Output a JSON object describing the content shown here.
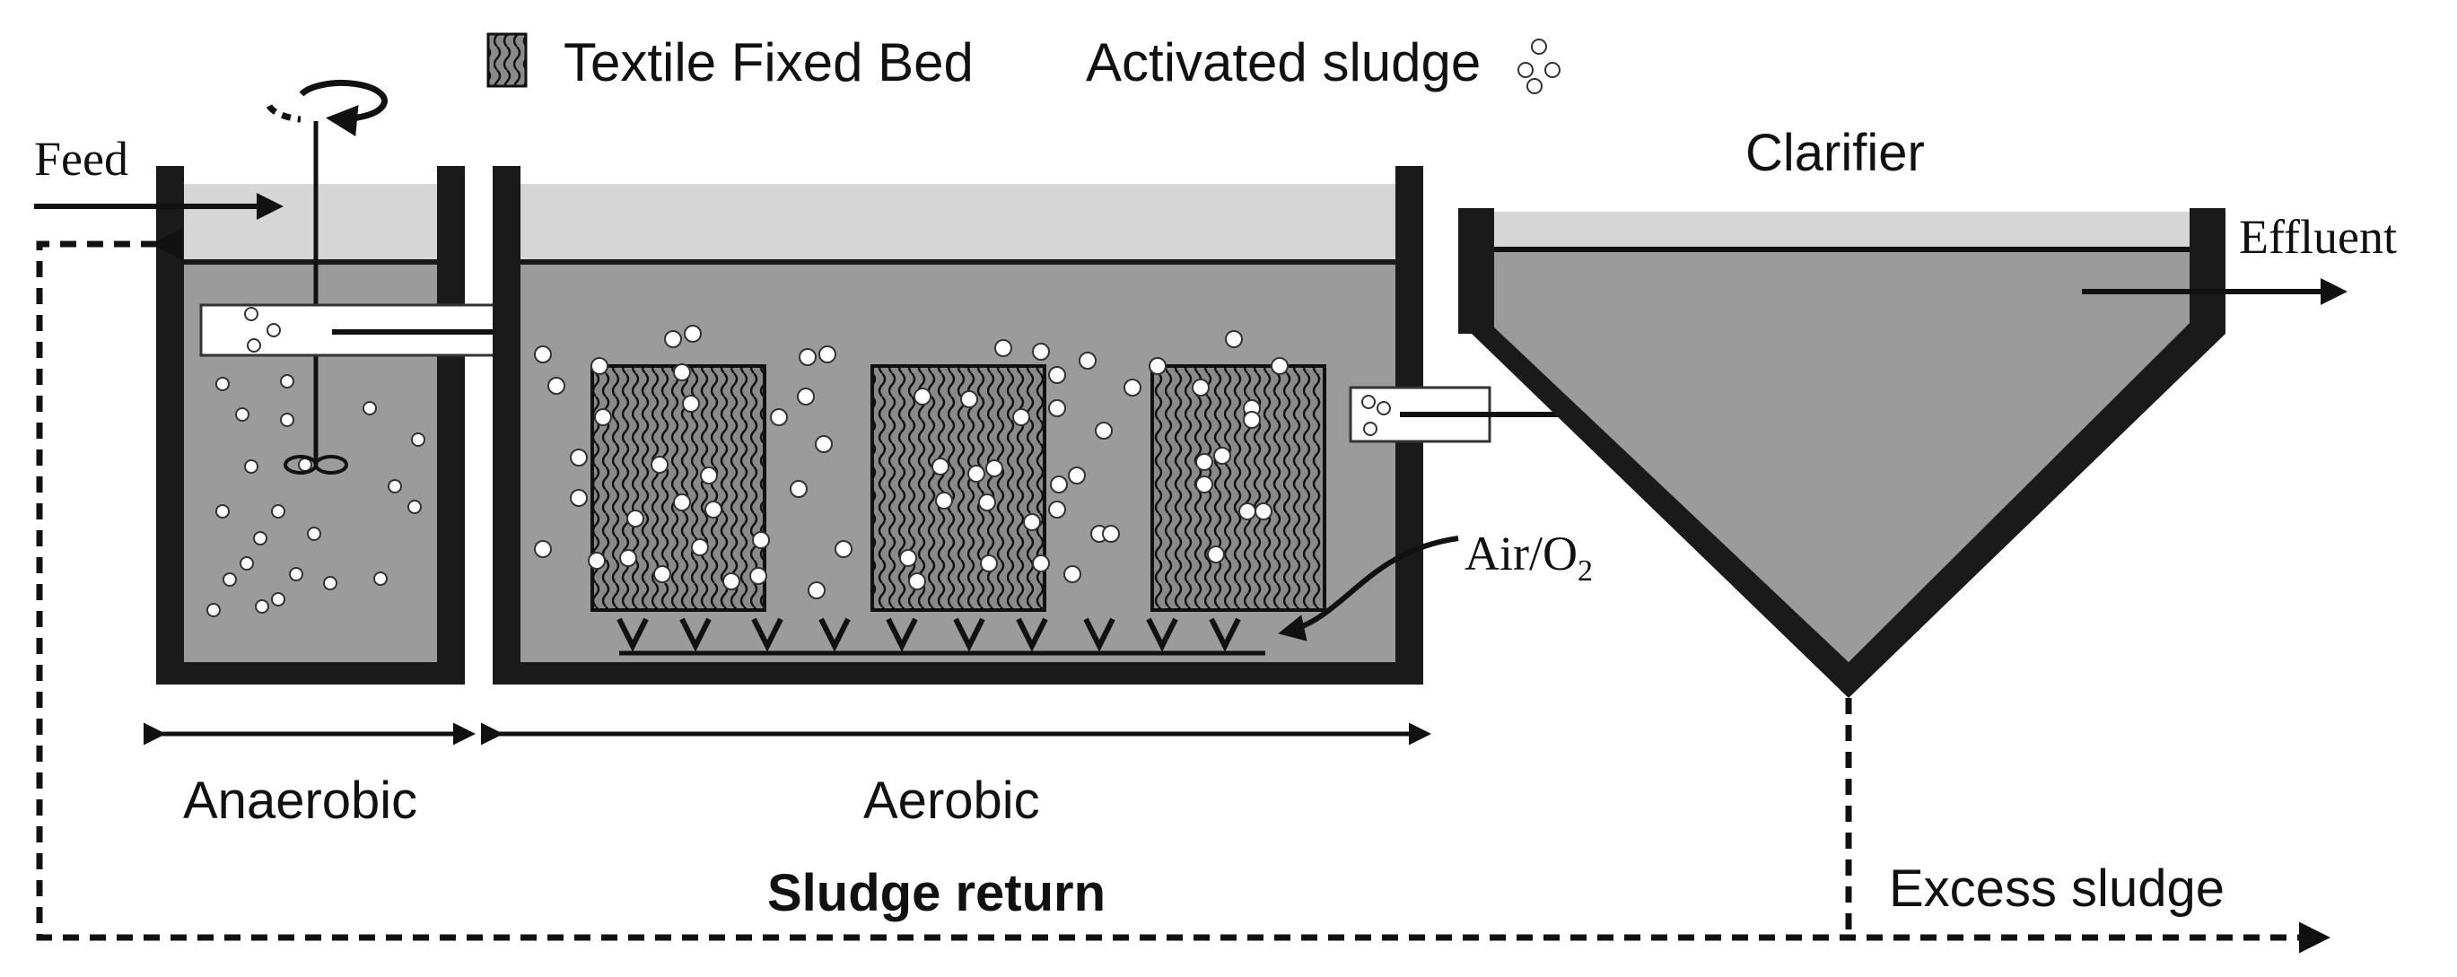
{
  "legend": {
    "textile_fixed_bed": "Textile Fixed Bed",
    "activated_sludge": "Activated sludge"
  },
  "labels": {
    "feed": "Feed",
    "clarifier": "Clarifier",
    "effluent": "Effluent",
    "air": "Air/O",
    "air_subscript": "2",
    "anaerobic": "Anaerobic",
    "aerobic": "Aerobic",
    "sludge_return": "Sludge return",
    "excess_sludge": "Excess sludge"
  },
  "colors": {
    "wall": "#1a1a1a",
    "water": "#9b9b9b",
    "headspace": "#d6d6d6",
    "bed": "#8a8a8a"
  }
}
